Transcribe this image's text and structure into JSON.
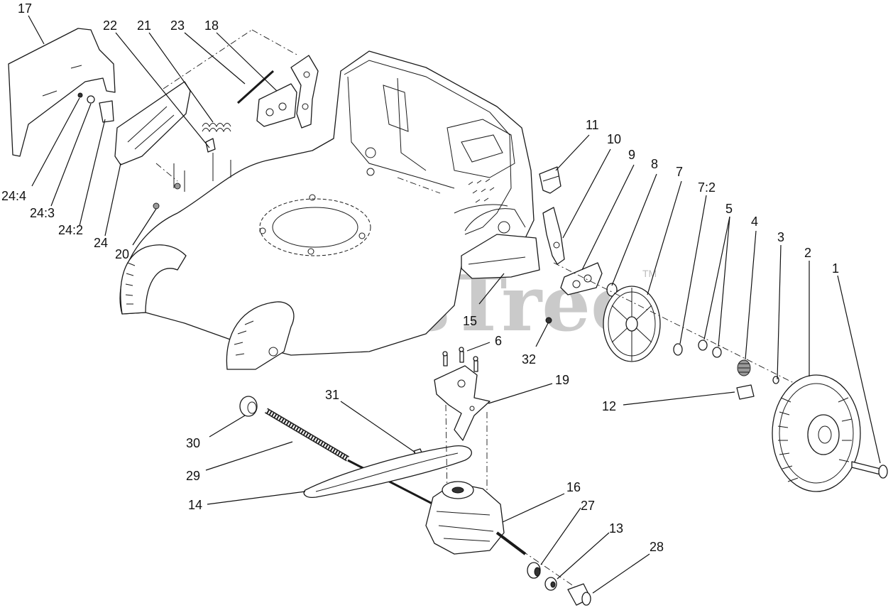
{
  "watermark": {
    "text": "PartsTree",
    "trademark": "TM"
  },
  "callouts": [
    {
      "id": "17",
      "label": "17"
    },
    {
      "id": "22",
      "label": "22"
    },
    {
      "id": "21",
      "label": "21"
    },
    {
      "id": "23",
      "label": "23"
    },
    {
      "id": "18",
      "label": "18"
    },
    {
      "id": "24-4",
      "label": "24:4"
    },
    {
      "id": "24-3",
      "label": "24:3"
    },
    {
      "id": "24-2",
      "label": "24:2"
    },
    {
      "id": "24",
      "label": "24"
    },
    {
      "id": "20",
      "label": "20"
    },
    {
      "id": "11",
      "label": "11"
    },
    {
      "id": "10",
      "label": "10"
    },
    {
      "id": "9",
      "label": "9"
    },
    {
      "id": "8",
      "label": "8"
    },
    {
      "id": "7",
      "label": "7"
    },
    {
      "id": "7-2",
      "label": "7:2"
    },
    {
      "id": "5",
      "label": "5"
    },
    {
      "id": "4",
      "label": "4"
    },
    {
      "id": "3",
      "label": "3"
    },
    {
      "id": "2",
      "label": "2"
    },
    {
      "id": "1",
      "label": "1"
    },
    {
      "id": "15",
      "label": "15"
    },
    {
      "id": "32",
      "label": "32"
    },
    {
      "id": "6",
      "label": "6"
    },
    {
      "id": "19",
      "label": "19"
    },
    {
      "id": "12",
      "label": "12"
    },
    {
      "id": "31",
      "label": "31"
    },
    {
      "id": "30",
      "label": "30"
    },
    {
      "id": "29",
      "label": "29"
    },
    {
      "id": "16",
      "label": "16"
    },
    {
      "id": "27",
      "label": "27"
    },
    {
      "id": "14",
      "label": "14"
    },
    {
      "id": "13",
      "label": "13"
    },
    {
      "id": "28",
      "label": "28"
    }
  ]
}
